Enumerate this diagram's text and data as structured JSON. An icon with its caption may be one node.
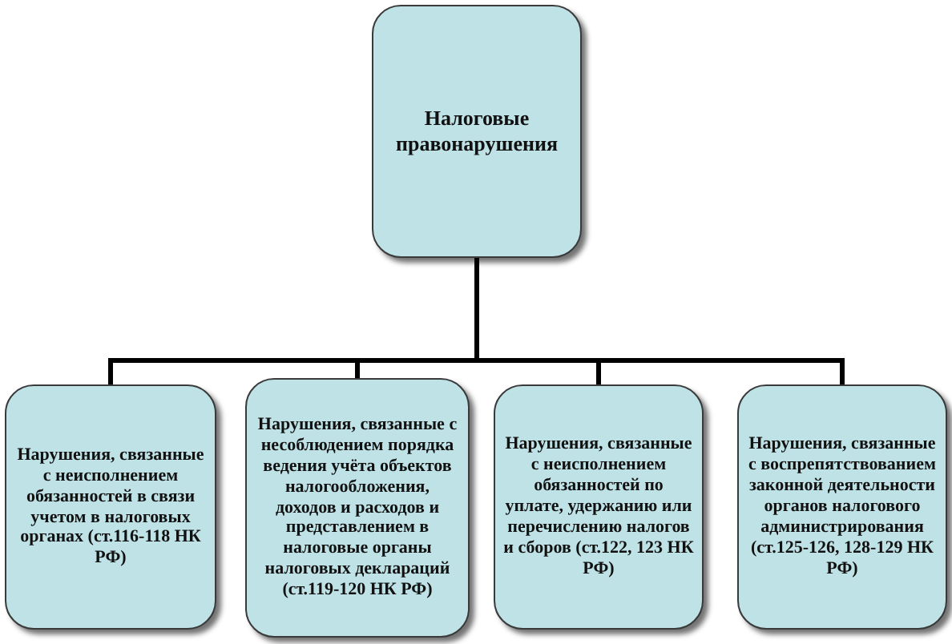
{
  "diagram": {
    "nodes": [
      {
        "text": [
          "Налоговые правонарушения"
        ]
      },
      {
        "text": [
          "Нарушения, связанные с неисполнением обязанностей в связи учетом в налоговых органах (ст.116-118 НК РФ)"
        ]
      },
      {
        "text": [
          "Нарушения, связанные с несоблюдением порядка ведения учёта объектов налогообложения, доходов и расходов и представлением в налоговые органы налоговых деклараций (ст.119-120 НК РФ)"
        ]
      },
      {
        "text": [
          "Нарушения, связанные с неисполнением обязанностей по уплате, удержанию или перечислению налогов и сборов (ст.122, 123 НК РФ)"
        ]
      },
      {
        "text": [
          "Нарушения, связанные с воспрепятствованием законной деятельности органов налогового администрирования (ст.125-126, 128-129 НК РФ)"
        ]
      }
    ],
    "edges": [
      {
        "from": 0,
        "to": 1,
        "arrow": "none"
      },
      {
        "from": 0,
        "to": 2,
        "arrow": "none"
      },
      {
        "from": 0,
        "to": 3,
        "arrow": "none"
      },
      {
        "from": 0,
        "to": 4,
        "arrow": "none"
      }
    ]
  }
}
